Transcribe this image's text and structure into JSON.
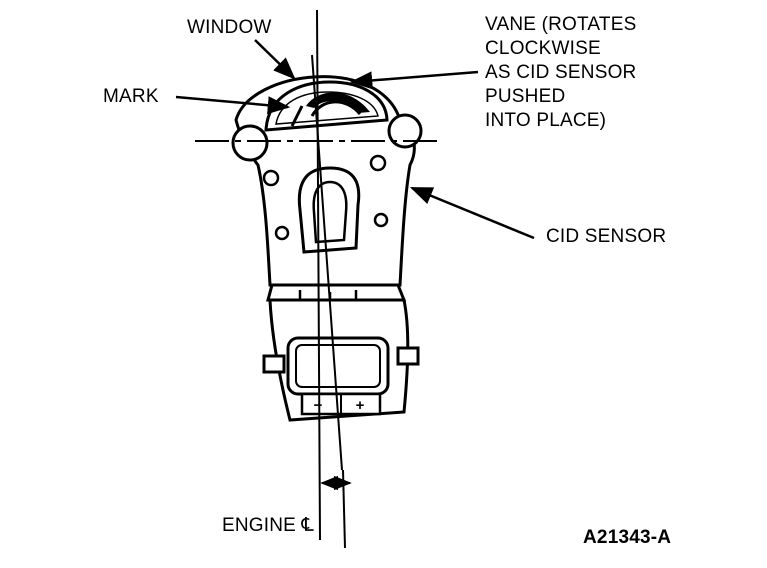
{
  "labels": {
    "window": "WINDOW",
    "vane": [
      "VANE (ROTATES",
      "CLOCKWISE",
      "AS CID SENSOR",
      "PUSHED",
      "INTO PLACE)"
    ],
    "mark": "MARK",
    "cid_sensor": "CID SENSOR",
    "engine_centerline": "ENGINE ℄",
    "figure_id": "A21343-A"
  },
  "connector": {
    "minus": "−",
    "plus": "+"
  },
  "colors": {
    "ink": "#000000",
    "paper": "#ffffff"
  }
}
